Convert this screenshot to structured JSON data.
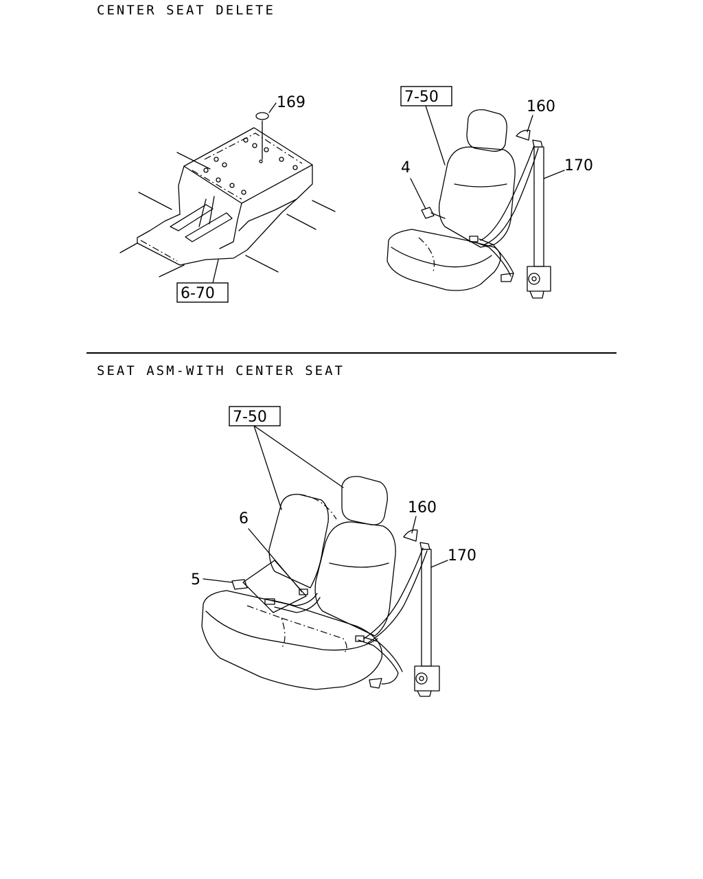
{
  "sections": [
    {
      "title": "CENTER SEAT DELETE",
      "callouts": {
        "ref_console": "6-70",
        "ref_seat": "7-50",
        "part_169": "169",
        "part_160": "160",
        "part_170": "170",
        "part_4": "4"
      }
    },
    {
      "title": "SEAT ASM-WITH CENTER SEAT",
      "callouts": {
        "ref_seat": "7-50",
        "part_160": "160",
        "part_170": "170",
        "part_6": "6",
        "part_5": "5"
      }
    }
  ]
}
